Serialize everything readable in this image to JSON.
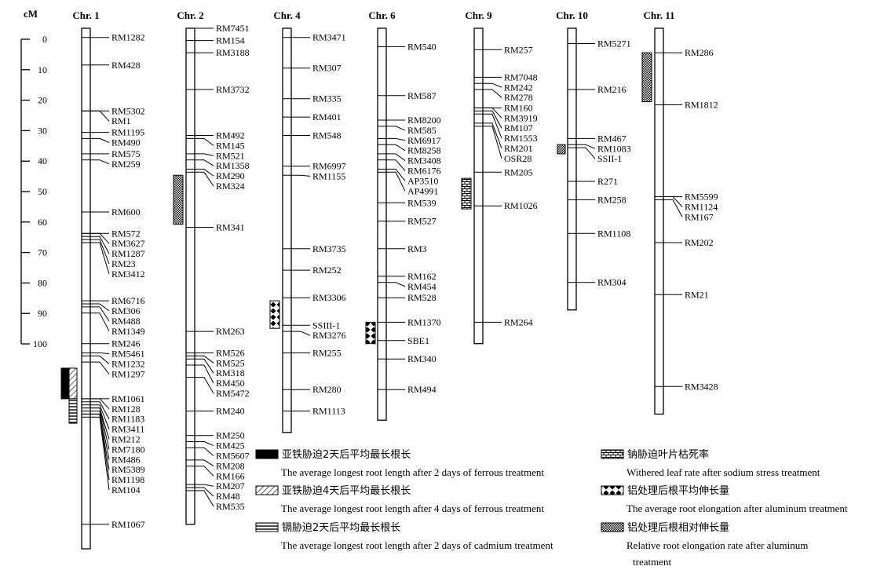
{
  "scale": {
    "unit": "cM",
    "ticks": [
      0,
      10,
      20,
      30,
      40,
      50,
      60,
      70,
      80,
      90,
      100
    ]
  },
  "chromosomes": [
    {
      "name": "Chr. 1",
      "length": 170,
      "markers": [
        {
          "name": "RM1282",
          "pos": 3
        },
        {
          "name": "RM428",
          "pos": 12
        },
        {
          "name": "RM5302",
          "pos": 27
        },
        {
          "name": "RM1",
          "pos": 27
        },
        {
          "name": "RM1195",
          "pos": 34
        },
        {
          "name": "RM490",
          "pos": 36
        },
        {
          "name": "RM575",
          "pos": 41
        },
        {
          "name": "RM259",
          "pos": 43
        },
        {
          "name": "RM600",
          "pos": 60
        },
        {
          "name": "RM572",
          "pos": 67
        },
        {
          "name": "RM3627",
          "pos": 67
        },
        {
          "name": "RM1287",
          "pos": 68
        },
        {
          "name": "RM23",
          "pos": 69
        },
        {
          "name": "RM3412",
          "pos": 70
        },
        {
          "name": "RM6716",
          "pos": 89
        },
        {
          "name": "RM306",
          "pos": 90
        },
        {
          "name": "RM488",
          "pos": 91
        },
        {
          "name": "RM1349",
          "pos": 93
        },
        {
          "name": "RM246",
          "pos": 103
        },
        {
          "name": "RM5461",
          "pos": 106
        },
        {
          "name": "RM1232",
          "pos": 107
        },
        {
          "name": "RM1297",
          "pos": 109
        },
        {
          "name": "RM1061",
          "pos": 121
        },
        {
          "name": "RM128",
          "pos": 121
        },
        {
          "name": "RM1183",
          "pos": 122
        },
        {
          "name": "RM3411",
          "pos": 123
        },
        {
          "name": "RM212",
          "pos": 124
        },
        {
          "name": "RM7180",
          "pos": 124
        },
        {
          "name": "RM486",
          "pos": 125
        },
        {
          "name": "RM5389",
          "pos": 126
        },
        {
          "name": "RM1198",
          "pos": 126
        },
        {
          "name": "RM104",
          "pos": 127
        },
        {
          "name": "RM1067",
          "pos": 162
        }
      ],
      "qtls": [
        {
          "type": "fe2",
          "start": 111,
          "end": 121
        },
        {
          "type": "fe4",
          "start": 111,
          "end": 121
        },
        {
          "type": "cd2",
          "start": 121,
          "end": 129
        }
      ]
    },
    {
      "name": "Chr. 2",
      "length": 162,
      "markers": [
        {
          "name": "RM7451",
          "pos": 0
        },
        {
          "name": "RM154",
          "pos": 4
        },
        {
          "name": "RM3188",
          "pos": 8
        },
        {
          "name": "RM3732",
          "pos": 20
        },
        {
          "name": "RM492",
          "pos": 35
        },
        {
          "name": "RM145",
          "pos": 36
        },
        {
          "name": "RM521",
          "pos": 41
        },
        {
          "name": "RM1358",
          "pos": 43
        },
        {
          "name": "RM290",
          "pos": 46
        },
        {
          "name": "RM324",
          "pos": 47
        },
        {
          "name": "RM341",
          "pos": 65
        },
        {
          "name": "RM263",
          "pos": 99
        },
        {
          "name": "RM526",
          "pos": 106
        },
        {
          "name": "RM525",
          "pos": 107
        },
        {
          "name": "RM318",
          "pos": 108
        },
        {
          "name": "RM450",
          "pos": 110
        },
        {
          "name": "RM5472",
          "pos": 114
        },
        {
          "name": "RM240",
          "pos": 125
        },
        {
          "name": "RM250",
          "pos": 133
        },
        {
          "name": "RM425",
          "pos": 135
        },
        {
          "name": "RM5607",
          "pos": 137
        },
        {
          "name": "RM208",
          "pos": 141
        },
        {
          "name": "RM166",
          "pos": 143
        },
        {
          "name": "RM207",
          "pos": 149
        },
        {
          "name": "RM48",
          "pos": 150
        },
        {
          "name": "RM535",
          "pos": 151
        }
      ],
      "qtls": [
        {
          "type": "al_rel",
          "start": 48,
          "end": 64
        }
      ]
    },
    {
      "name": "Chr. 4",
      "length": 132,
      "markers": [
        {
          "name": "RM3471",
          "pos": 3
        },
        {
          "name": "RM307",
          "pos": 13
        },
        {
          "name": "RM335",
          "pos": 23
        },
        {
          "name": "RM401",
          "pos": 29
        },
        {
          "name": "RM548",
          "pos": 35
        },
        {
          "name": "RM6997",
          "pos": 45
        },
        {
          "name": "RM1155",
          "pos": 48
        },
        {
          "name": "RM3735",
          "pos": 72
        },
        {
          "name": "RM252",
          "pos": 79
        },
        {
          "name": "RM3306",
          "pos": 88
        },
        {
          "name": "SSIII-1",
          "pos": 97
        },
        {
          "name": "RM3276",
          "pos": 99
        },
        {
          "name": "RM255",
          "pos": 106
        },
        {
          "name": "RM280",
          "pos": 118
        },
        {
          "name": "RM1113",
          "pos": 125
        }
      ],
      "qtls": [
        {
          "type": "al_avg",
          "start": 89,
          "end": 98
        }
      ]
    },
    {
      "name": "Chr. 6",
      "length": 128,
      "markers": [
        {
          "name": "RM540",
          "pos": 6
        },
        {
          "name": "RM587",
          "pos": 22
        },
        {
          "name": "RM8200",
          "pos": 30
        },
        {
          "name": "RM585",
          "pos": 32
        },
        {
          "name": "RM6917",
          "pos": 36
        },
        {
          "name": "RM8258",
          "pos": 38
        },
        {
          "name": "RM3408",
          "pos": 41
        },
        {
          "name": "RM6176",
          "pos": 43
        },
        {
          "name": "AP3510",
          "pos": 46
        },
        {
          "name": "AP4991",
          "pos": 47
        },
        {
          "name": "RM539",
          "pos": 57
        },
        {
          "name": "RM527",
          "pos": 63
        },
        {
          "name": "RM3",
          "pos": 72
        },
        {
          "name": "RM162",
          "pos": 81
        },
        {
          "name": "RM454",
          "pos": 83
        },
        {
          "name": "RM528",
          "pos": 88
        },
        {
          "name": "RM1370",
          "pos": 96
        },
        {
          "name": "SBE1",
          "pos": 102
        },
        {
          "name": "RM340",
          "pos": 108
        },
        {
          "name": "RM494",
          "pos": 118
        }
      ],
      "qtls": [
        {
          "type": "al_avg",
          "start": 96,
          "end": 103
        }
      ]
    },
    {
      "name": "Chr. 9",
      "length": 103,
      "markers": [
        {
          "name": "RM257",
          "pos": 7
        },
        {
          "name": "RM7048",
          "pos": 16
        },
        {
          "name": "RM242",
          "pos": 18
        },
        {
          "name": "RM278",
          "pos": 20
        },
        {
          "name": "RM160",
          "pos": 26
        },
        {
          "name": "RM3919",
          "pos": 26
        },
        {
          "name": "RM107",
          "pos": 27
        },
        {
          "name": "RM1553",
          "pos": 28
        },
        {
          "name": "RM201",
          "pos": 31
        },
        {
          "name": "OSR28",
          "pos": 32
        },
        {
          "name": "RM205",
          "pos": 47
        },
        {
          "name": "RM1026",
          "pos": 58
        },
        {
          "name": "RM264",
          "pos": 96
        }
      ],
      "qtls": [
        {
          "type": "na",
          "start": 49,
          "end": 59
        }
      ]
    },
    {
      "name": "Chr. 10",
      "length": 92,
      "markers": [
        {
          "name": "RM5271",
          "pos": 5
        },
        {
          "name": "RM216",
          "pos": 20
        },
        {
          "name": "RM467",
          "pos": 36
        },
        {
          "name": "RM1083",
          "pos": 38
        },
        {
          "name": "SSII-1",
          "pos": 39
        },
        {
          "name": "R271",
          "pos": 50
        },
        {
          "name": "RM258",
          "pos": 56
        },
        {
          "name": "RM1108",
          "pos": 67
        },
        {
          "name": "RM304",
          "pos": 83
        }
      ],
      "qtls": [
        {
          "type": "al_rel",
          "start": 38,
          "end": 41
        }
      ]
    },
    {
      "name": "Chr. 11",
      "length": 126,
      "markers": [
        {
          "name": "RM286",
          "pos": 8
        },
        {
          "name": "RM1812",
          "pos": 25
        },
        {
          "name": "RM5599",
          "pos": 55
        },
        {
          "name": "RM1124",
          "pos": 55
        },
        {
          "name": "RM167",
          "pos": 56
        },
        {
          "name": "RM202",
          "pos": 70
        },
        {
          "name": "RM21",
          "pos": 87
        },
        {
          "name": "RM3428",
          "pos": 117
        }
      ],
      "qtls": [
        {
          "type": "al_rel",
          "start": 8,
          "end": 24
        }
      ]
    }
  ],
  "legend": [
    {
      "type": "fe2",
      "zh": "亚铁胁迫2天后平均最长根长",
      "en": "The average longest root length after 2 days of ferrous treatment"
    },
    {
      "type": "fe4",
      "zh": "亚铁胁迫4天后平均最长根长",
      "en": "The average longest root length after 4 days of ferrous treatment"
    },
    {
      "type": "cd2",
      "zh": "镉胁迫2天后平均最长根长",
      "en": "The average longest root length after 2 days of cadmium treatment"
    },
    {
      "type": "na",
      "zh": "钠胁迫叶片枯死率",
      "en": "Withered leaf rate after sodium stress treatment"
    },
    {
      "type": "al_avg",
      "zh": "铝处理后根平均伸长量",
      "en": "The average root elongation after aluminum treatment"
    },
    {
      "type": "al_rel",
      "zh": "铝处理后根相对伸长量",
      "en": "Relative root elongation rate after aluminum",
      "en2": "treatment"
    }
  ]
}
